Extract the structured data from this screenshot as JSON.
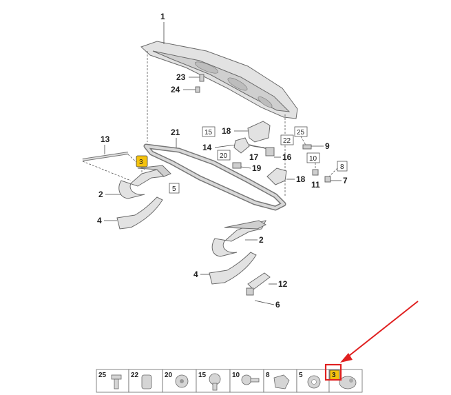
{
  "callouts": {
    "c1": "1",
    "c23": "23",
    "c24": "24",
    "c13": "13",
    "c21": "21",
    "c18a": "18",
    "c14": "14",
    "c17": "17",
    "c16": "16",
    "c19": "19",
    "c18b": "18",
    "c9": "9",
    "c11": "11",
    "c7": "7",
    "c2a": "2",
    "c4a": "4",
    "c2b": "2",
    "c4b": "4",
    "c12": "12",
    "c6": "6"
  },
  "boxed_refs": {
    "b3": "3",
    "b5": "5",
    "b15": "15",
    "b20": "20",
    "b22": "22",
    "b25": "25",
    "b10": "10",
    "b8": "8"
  },
  "strip": {
    "items": [
      {
        "label": "25",
        "icon": "bolt-icon"
      },
      {
        "label": "22",
        "icon": "plug-icon"
      },
      {
        "label": "20",
        "icon": "screw-icon"
      },
      {
        "label": "15",
        "icon": "screw-icon"
      },
      {
        "label": "10",
        "icon": "screw-icon"
      },
      {
        "label": "8",
        "icon": "clip-icon"
      },
      {
        "label": "5",
        "icon": "nut-icon"
      },
      {
        "label": "3",
        "icon": "grommet-icon"
      }
    ],
    "highlighted_label": "3"
  },
  "colors": {
    "highlight": "#f4c20d",
    "arrow": "#e02020",
    "select_box": "#e02020"
  }
}
